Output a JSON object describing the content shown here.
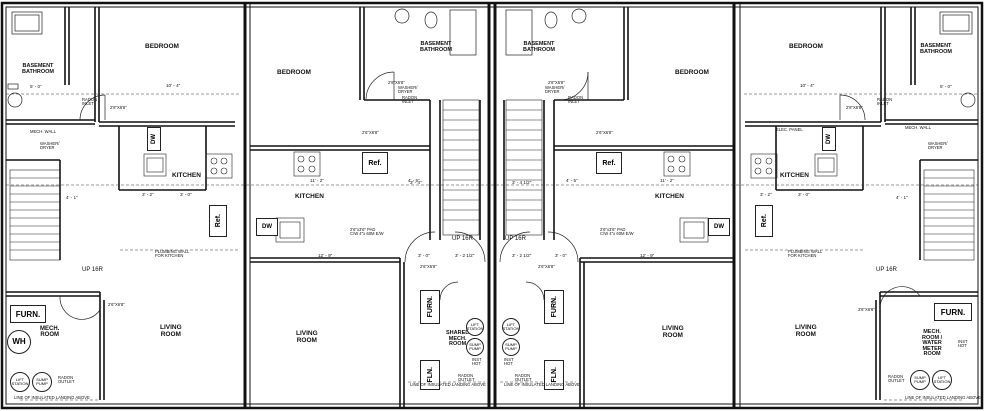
{
  "rooms": {
    "bedroom": "BEDROOM",
    "basement_bathroom": "BASEMENT\nBATHROOM",
    "kitchen": "KITCHEN",
    "living_room": "LIVING\nROOM",
    "mech_room": "MECH.\nROOM",
    "shared_mech_room": "SHARED\nMECH.\nROOM",
    "mech_water_meter_room": "MECH.\nROOM /\nWATER\nMETER\nROOM"
  },
  "fixtures": {
    "furn": "FURN.",
    "wh": "WH",
    "dw": "DW",
    "ref": "Ref.",
    "fln": "FLN.",
    "radon_inlet": "RADON\nINLET",
    "washer_dryer": "WASHER/\nDRYER",
    "lift_station": "LIFT\nSTATION",
    "sump_pump": "SUMP\nPUMP",
    "radon_outlet": "RADON\nOUTLET",
    "inst_hot": "INST\nHOT",
    "elec_panel": "ELEC. PANEL",
    "mech_wall": "MECH. WALL",
    "sink_note": "2'6\"x3'6\" PAD\nC/W 4\"x 60M E/W",
    "plumbing_wall": "PLUMBING WALL\nFOR KITCHEN",
    "insulated_landing": "LINE OF INSULATED LANDING ABOVE"
  },
  "stairs": {
    "up16r": "UP 16R"
  },
  "dimensions": {
    "d_10_4": "10' - 4\"",
    "d_4_1": "4' - 1\"",
    "d_3_2": "3' - 2\"",
    "d_3_0": "3' - 0\"",
    "d_11_2": "11' - 2\"",
    "d_4_5": "4' - 5\"",
    "d_12_9": "12' - 9\"",
    "d_3_4": "3' - 4\"",
    "d_5_0": "5' - 0\"",
    "d_3_2h": "3' - 2 1/2\"",
    "d_3_4h": "3' - 4 1/2\"",
    "door_2_8x6_8": "2'8\"X6'8\"",
    "door_2_6x6_8": "2'6\"X6'8\""
  }
}
